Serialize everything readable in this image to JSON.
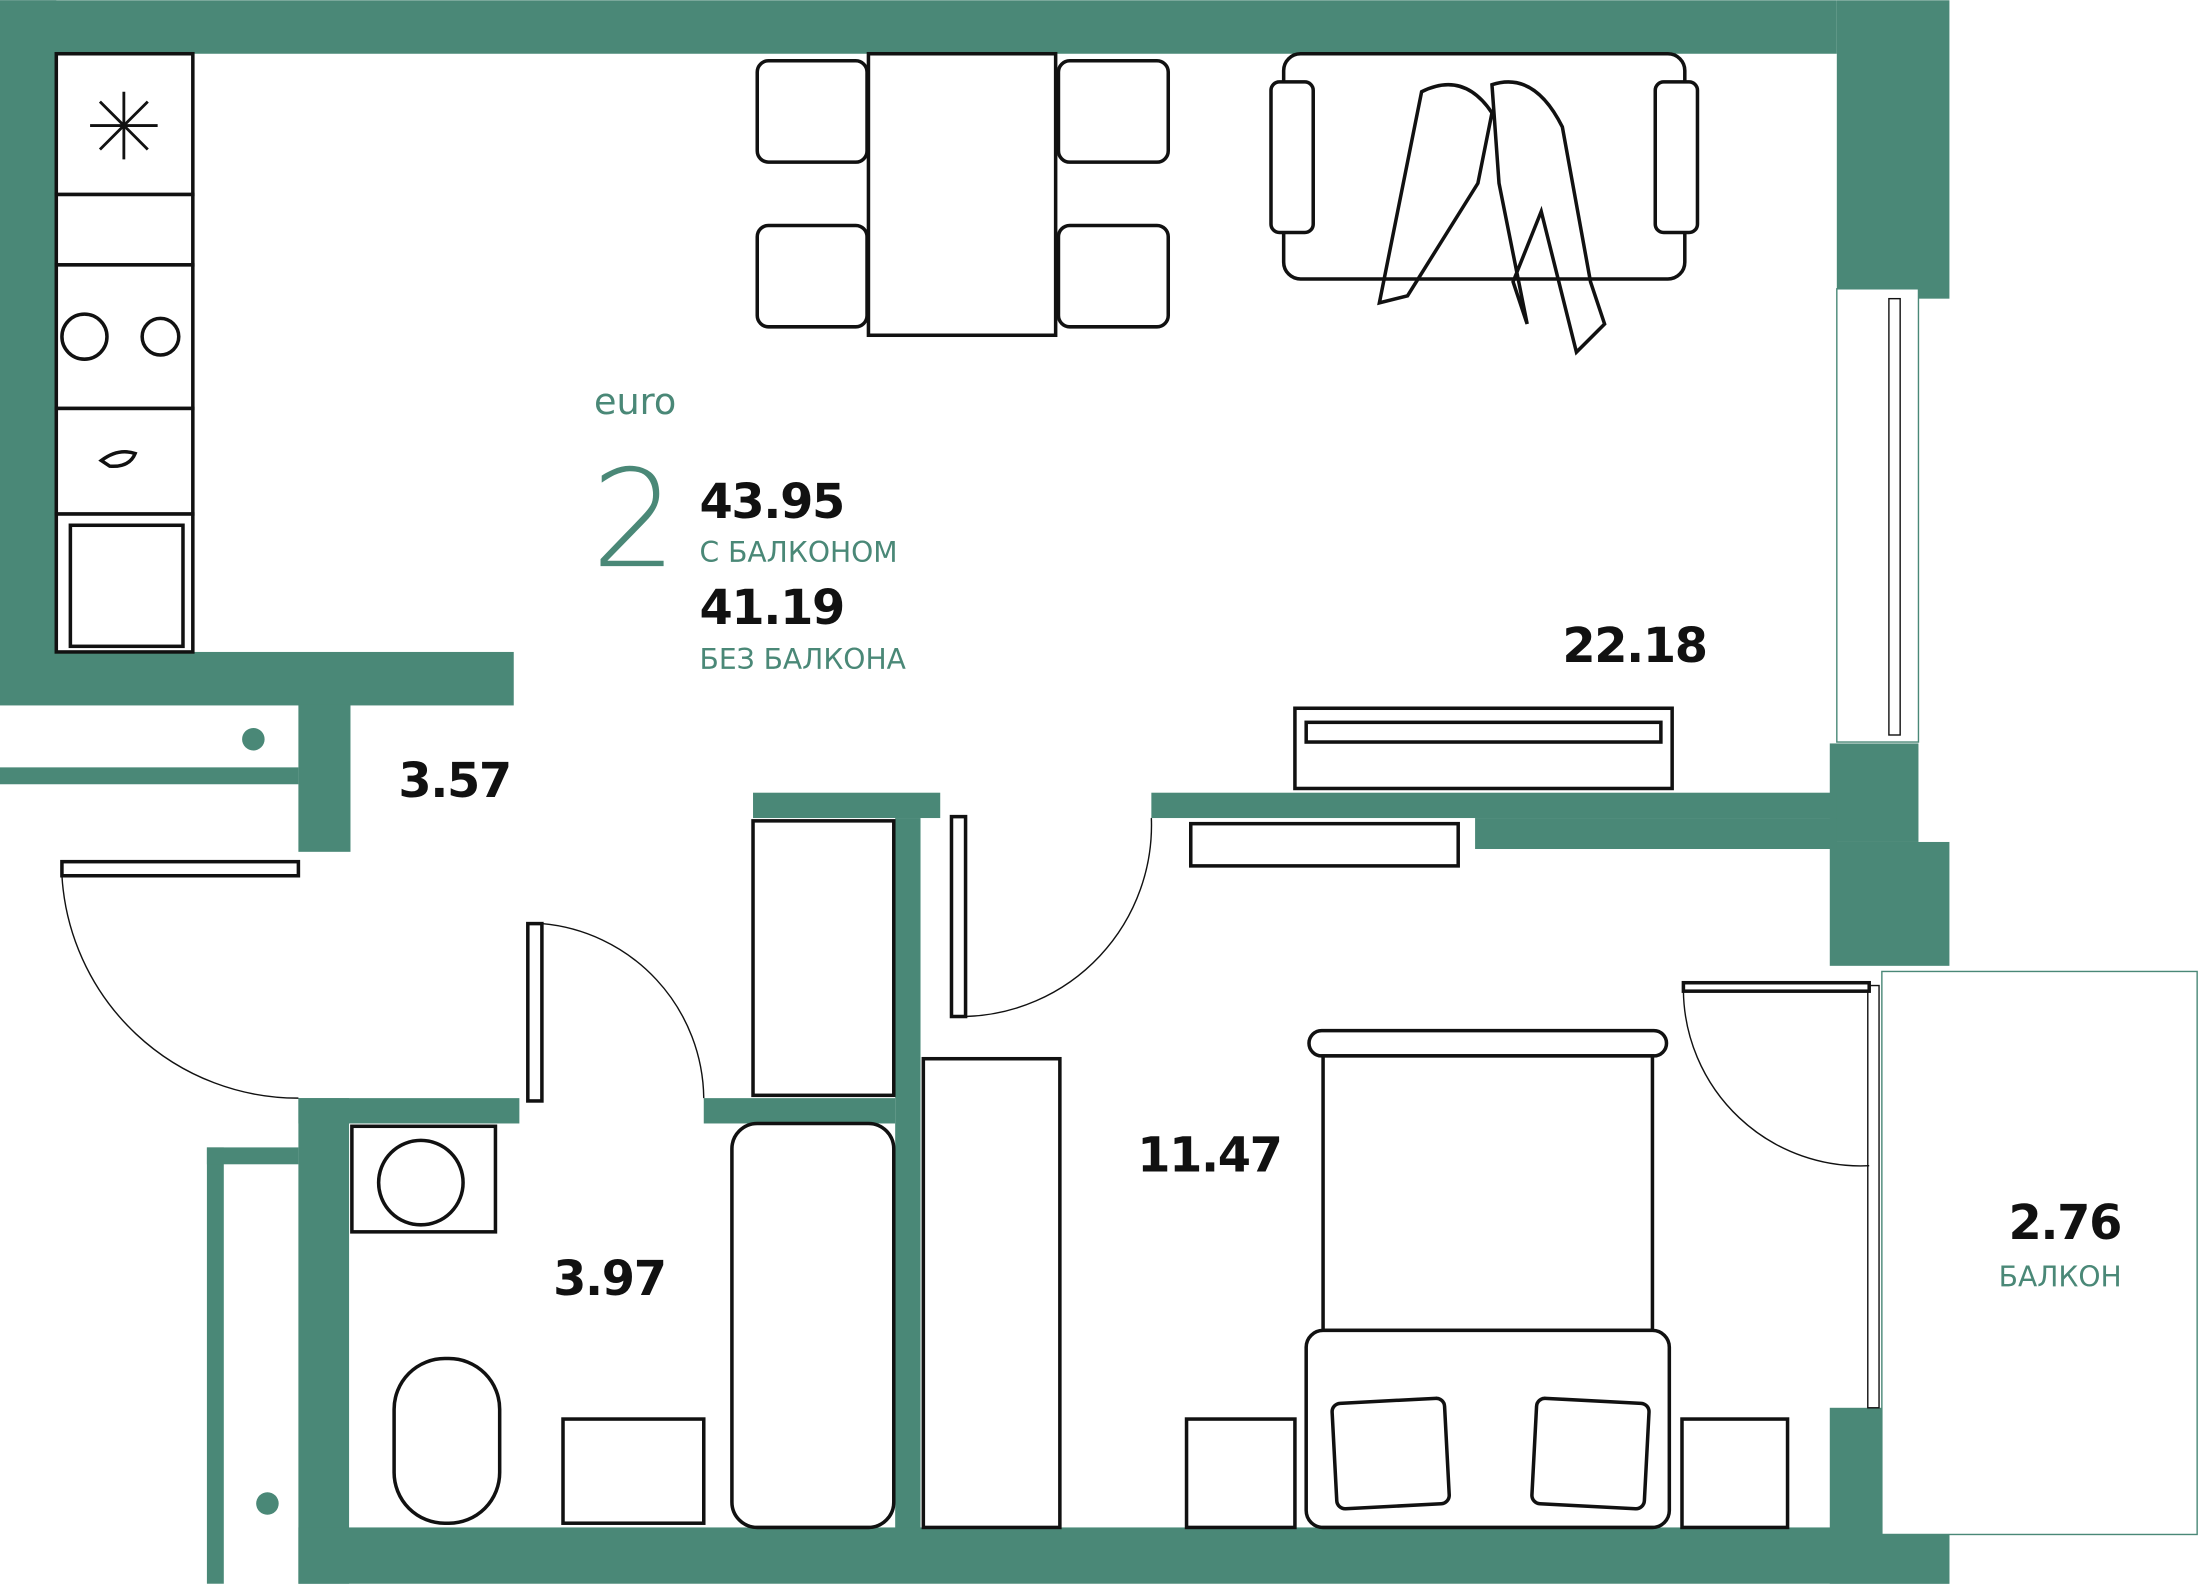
{
  "plan": {
    "type_label": "euro",
    "rooms_count": "2",
    "total_area": "43.95",
    "total_area_caption": "С БАЛКОНОМ",
    "area_without_balcony": "41.19",
    "area_without_balcony_caption": "БЕЗ БАЛКОНА",
    "colors": {
      "wall": "#4a8877",
      "text": "#111111",
      "accent": "#4a8877"
    }
  },
  "rooms": [
    {
      "id": "living-kitchen",
      "area": "22.18"
    },
    {
      "id": "hall",
      "area": "3.57"
    },
    {
      "id": "bathroom",
      "area": "3.97"
    },
    {
      "id": "bedroom",
      "area": "11.47"
    },
    {
      "id": "balcony",
      "area": "2.76",
      "caption": "БАЛКОН"
    }
  ]
}
